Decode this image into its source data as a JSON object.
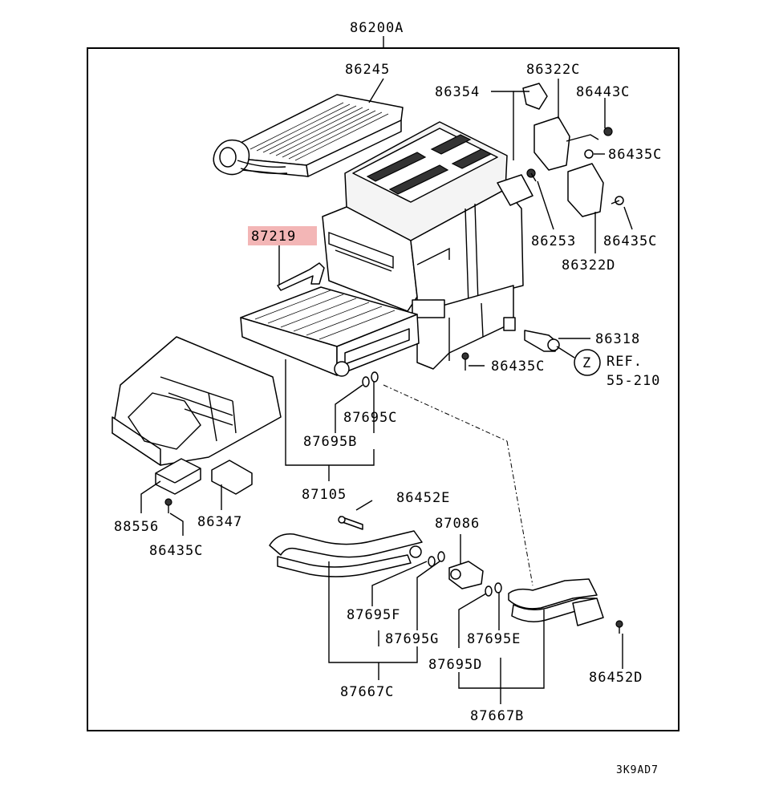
{
  "assembly_number": "86200A",
  "drawing_code": "3K9AD7",
  "highlight_color": "#f3b6b6",
  "parts": {
    "p86245": "86245",
    "p86354": "86354",
    "p86322C": "86322C",
    "p86443C": "86443C",
    "p86435C_a": "86435C",
    "p86253": "86253",
    "p86435C_b": "86435C",
    "p86322D": "86322D",
    "p87219": "87219",
    "p86318": "86318",
    "p86435C_c": "86435C",
    "ref_circle": "Z",
    "ref_line1": "REF.",
    "ref_line2": "55-210",
    "p87695C": "87695C",
    "p87695B": "87695B",
    "p87105": "87105",
    "p86452E": "86452E",
    "p88556": "88556",
    "p86347": "86347",
    "p86435C_d": "86435C",
    "p87086": "87086",
    "p87695F": "87695F",
    "p87695G": "87695G",
    "p87695E": "87695E",
    "p87695D": "87695D",
    "p86452D": "86452D",
    "p87667C": "87667C",
    "p87667B": "87667B"
  }
}
